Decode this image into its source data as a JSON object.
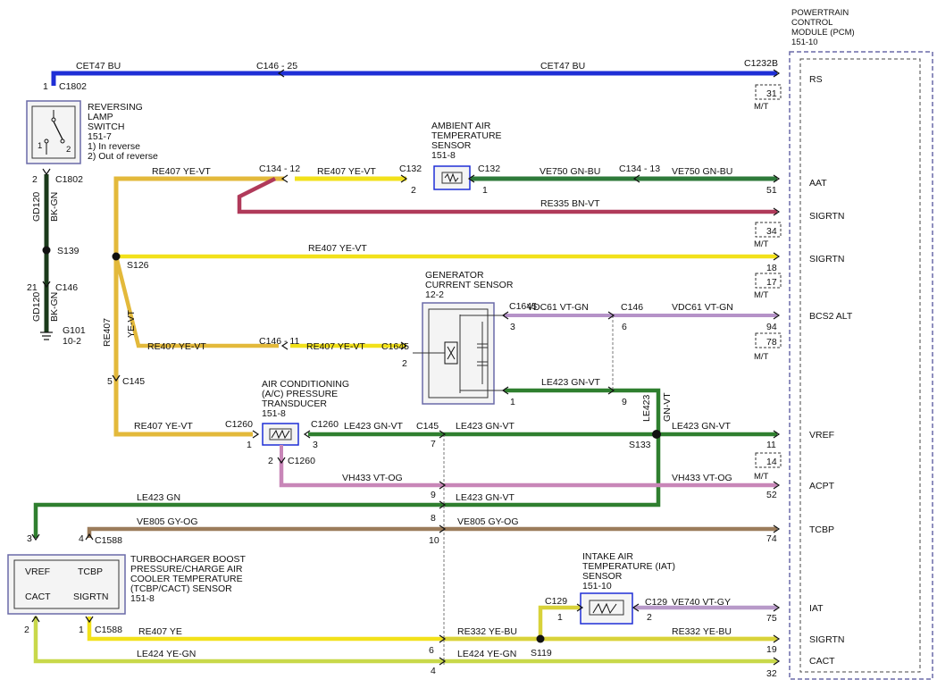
{
  "colors": {
    "BU": "#1f2fd6",
    "YE": "#f2e11a",
    "YE_VT": "#e3b93b",
    "GN_VT": "#2f7f2f",
    "GN": "#1e7d1e",
    "GN_BU": "#2e7a3a",
    "BN_VT": "#b03a5a",
    "VT_GN": "#b592c8",
    "VT_OG": "#c886b8",
    "VT_GY": "#b89ac9",
    "GY_OG": "#9b7c5b",
    "YE_BU": "#d8d23a",
    "YE_GN": "#c8d84a",
    "BK_GN": "#1a3a1a",
    "box_edge": "#6a6aa8"
  },
  "pcm": {
    "title_lines": [
      "POWERTRAIN",
      "CONTROL",
      "MODULE (PCM)",
      "151-10"
    ],
    "connector": "C1232B",
    "pins": [
      {
        "label": "RS",
        "num": "31",
        "code": "M/T"
      },
      {
        "label": "AAT",
        "num": "51",
        "code": ""
      },
      {
        "label": "SIGRTN",
        "num": "34",
        "code": "M/T"
      },
      {
        "label": "SIGRTN",
        "num": "18",
        "code": ""
      },
      {
        "label": "",
        "num": "17",
        "code": "M/T"
      },
      {
        "label": "BCS2 ALT",
        "num": "94",
        "code": ""
      },
      {
        "label": "",
        "num": "78",
        "code": "M/T"
      },
      {
        "label": "VREF",
        "num": "11",
        "code": ""
      },
      {
        "label": "",
        "num": "14",
        "code": "M/T"
      },
      {
        "label": "ACPT",
        "num": "52",
        "code": ""
      },
      {
        "label": "TCBP",
        "num": "74",
        "code": ""
      },
      {
        "label": "IAT",
        "num": "75",
        "code": ""
      },
      {
        "label": "SIGRTN",
        "num": "19",
        "code": ""
      },
      {
        "label": "CACT",
        "num": "32",
        "code": ""
      }
    ]
  },
  "components": {
    "reversing_switch": {
      "lines": [
        "REVERSING",
        "LAMP",
        "SWITCH",
        "151-7",
        "1) In reverse",
        "2) Out of reverse"
      ],
      "c_top": "C1802",
      "c_bot": "C1802",
      "p1": "1",
      "p2": "2",
      "sw1": "1",
      "sw2": "2"
    },
    "ambient_sensor": {
      "lines": [
        "AMBIENT AIR",
        "TEMPERATURE",
        "SENSOR",
        "151-8"
      ],
      "c_left": "C132",
      "c_right": "C132",
      "p_left": "2",
      "p_right": "1"
    },
    "generator_sensor": {
      "lines": [
        "GENERATOR",
        "CURRENT SENSOR",
        "12-2"
      ],
      "connector": "C1645",
      "p3": "3",
      "p1": "1",
      "p2": "2"
    },
    "ac_transducer": {
      "lines": [
        "AIR CONDITIONING",
        "(A/C) PRESSURE",
        "TRANSDUCER",
        "151-8"
      ],
      "c_left": "C1260",
      "c_right": "C1260",
      "c_bot": "C1260",
      "p1": "1",
      "p2": "2",
      "p3": "3"
    },
    "tcbp_sensor": {
      "lines": [
        "TURBOCHARGER BOOST",
        "PRESSURE/CHARGE AIR",
        "COOLER TEMPERATURE",
        "(TCBP/CACT) SENSOR",
        "151-8"
      ],
      "vref": "VREF",
      "tcbp": "TCBP",
      "cact": "CACT",
      "sigrtn": "SIGRTN",
      "c_top": "C1588",
      "c_bot": "C1588",
      "p3": "3",
      "p4": "4",
      "p2": "2",
      "p1": "1"
    },
    "iat_sensor": {
      "lines": [
        "INTAKE AIR",
        "TEMPERATURE (IAT)",
        "SENSOR",
        "151-10"
      ],
      "c_left": "C129",
      "c_right": "C129",
      "p1": "1",
      "p2": "2"
    }
  },
  "splices": {
    "s126": "S126",
    "s133": "S133",
    "s139": "S139",
    "s119": "S119"
  },
  "ground": {
    "name": "G101",
    "ref": "10-2"
  },
  "wires": {
    "cet47_left": "CET47  BU",
    "cet47_right": "CET47  BU",
    "c146_25": "C146  -  25",
    "re407_top_left": "RE407   YE-VT",
    "c134_12": "C134 - 12",
    "re407_top_mid": "RE407   YE-VT",
    "ve750_left": "VE750    GN-BU",
    "c134_13": "C134 - 13",
    "ve750_right": "VE750    GN-BU",
    "re335": "RE335   BN-VT",
    "re407_long": "RE407   YE-VT",
    "vdc61_left": "VDC61   VT-GN",
    "c146": "C146",
    "vdc61_right": "VDC61   VT-GN",
    "re407_mid_left": "RE407   YE-VT",
    "c146_11": "C146 - 11",
    "re407_mid_right": "RE407   YE-VT",
    "c1645": "C1645",
    "le423_gen": "LE423    GN-VT",
    "re407_vertical": "RE407",
    "ye_vt_vertical": "YE-VT",
    "re407_ac": "RE407   YE-VT",
    "le423_ac": "LE423    GN-VT",
    "c145": "C145",
    "le423_mid": "LE423    GN-VT",
    "le423_right": "LE423    GN-VT",
    "le423_vertical": "LE423",
    "gn_vt_vertical": "GN-VT",
    "vh433_left": "VH433   VT-OG",
    "vh433_right": "VH433   VT-OG",
    "le423_gn": "LE423    GN",
    "le423_lower": "LE423    GN-VT",
    "ve805_left": "VE805    GY-OG",
    "ve805_right": "VE805    GY-OG",
    "ve740": "VE740      VT-GY",
    "re407_ye": "RE407      YE",
    "re332_left": "RE332    YE-BU",
    "re332_right": "RE332      YE-BU",
    "le424_left": "LE424     YE-GN",
    "le424_right": "LE424    YE-GN",
    "gd120_top": "GD120",
    "bk_gn_top": "BK-GN",
    "gd120_bot": "GD120",
    "bk_gn_bot": "BK-GN",
    "c146_pin21": "C146",
    "c145_pin5": "C145"
  },
  "pins": {
    "p2_c1802": "2",
    "p21": "21",
    "p5": "5",
    "p18": "18",
    "p3_gen": "3",
    "p6": "6",
    "p94": "94",
    "p2_gen": "2",
    "p1_gen": "1",
    "p9_gen": "9",
    "p1_ac": "1",
    "p3_ac": "3",
    "p7": "7",
    "p11": "11",
    "p2_ac": "2",
    "p9_vh": "9",
    "p52": "52",
    "p8": "8",
    "p10": "10",
    "p74": "74",
    "p6_re": "6",
    "p19": "19",
    "p4_le": "4",
    "p32": "32",
    "p1_iat": "1",
    "p2_iat": "2",
    "p75": "75",
    "p2_amb": "2",
    "p1_amb": "1",
    "p51": "51"
  }
}
